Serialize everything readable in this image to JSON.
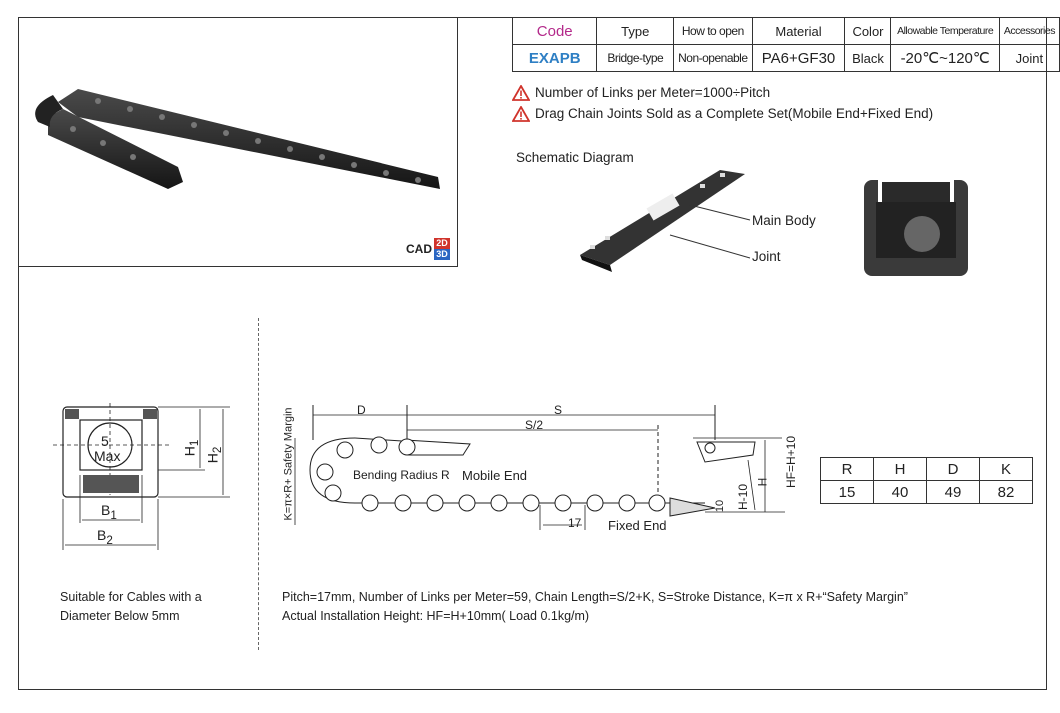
{
  "spec_table": {
    "headers": [
      "Code",
      "Type",
      "How to open",
      "Material",
      "Color",
      "Allowable Temperature",
      "Accessories"
    ],
    "values": [
      "EXAPB",
      "Bridge-type",
      "Non-openable",
      "PA6+GF30",
      "Black",
      "-20℃~120℃",
      "Joint"
    ]
  },
  "notes": [
    "Number of Links per Meter=1000÷Pitch",
    "Drag Chain Joints Sold as a Complete Set(Mobile End+Fixed End)"
  ],
  "schematic": {
    "title": "Schematic Diagram",
    "main_body": "Main Body",
    "joint": "Joint"
  },
  "cad": {
    "label": "CAD",
    "b2d": "2D",
    "b3d": "3D"
  },
  "cross_section": {
    "max_value": "5",
    "max_label": "Max",
    "h1": "H",
    "h1_sub": "1",
    "h2": "H",
    "h2_sub": "2",
    "b1": "B",
    "b1_sub": "1",
    "b2": "B",
    "b2_sub": "2"
  },
  "chain_diagram": {
    "d": "D",
    "s": "S",
    "s_half": "S/2",
    "k_label": "K=π×R+ Safety Margin",
    "bending_radius": "Bending Radius R",
    "mobile_end": "Mobile End",
    "fixed_end": "Fixed End",
    "pitch": "17",
    "h_minus_10": "H-10",
    "h_dim": "H",
    "hf_label": "HF=H+10",
    "ten": "10"
  },
  "dims_table": {
    "headers": [
      "R",
      "H",
      "D",
      "K"
    ],
    "values": [
      "15",
      "40",
      "49",
      "82"
    ]
  },
  "cable_note": [
    "Suitable for Cables with a",
    "Diameter Below 5mm"
  ],
  "pitch_note": [
    "Pitch=17mm, Number of Links per Meter=59, Chain Length=S/2+K, S=Stroke Distance, K=π x R+“Safety Margin”",
    "Actual Installation Height: HF=H+10mm( Load 0.1kg/m)"
  ]
}
